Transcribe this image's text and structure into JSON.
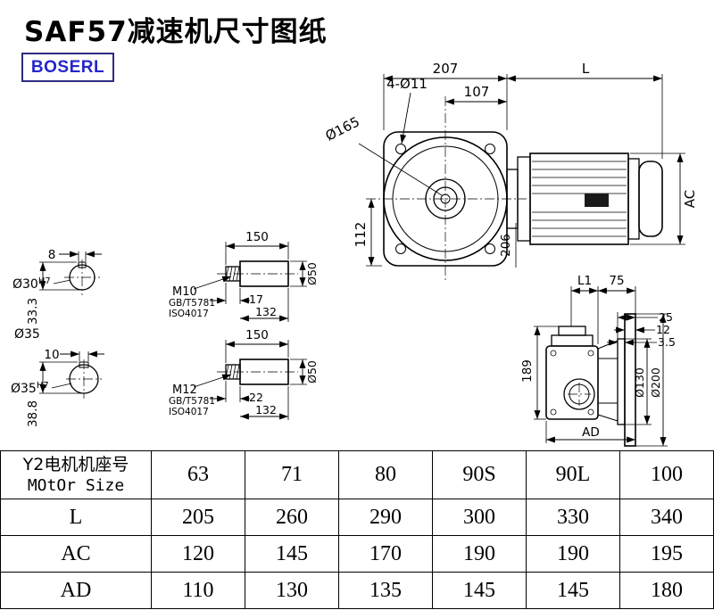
{
  "page": {
    "title": "SAF57减速机尺寸图纸",
    "brand": "BOSERL"
  },
  "front_view": {
    "dim_width": "207",
    "dim_motor_length": "L",
    "dim_107": "107",
    "holes_label": "4-Ø11",
    "flange_dia": "Ø165",
    "dim_112": "112",
    "dim_206": "206",
    "dim_ac": "AC"
  },
  "bore_30": {
    "keyway_width": "8",
    "dia": "Ø30",
    "tol": "H7",
    "keyway_depth": "33.3"
  },
  "bore_35": {
    "dia_top": "Ø35",
    "keyway_width": "10",
    "dia": "Ø35",
    "tol": "H7",
    "keyway_depth": "38.8"
  },
  "shaft_m10": {
    "length": "150",
    "thread": "M10",
    "std1": "GB/T5781",
    "std2": "ISO4017",
    "dim_a": "17",
    "dim_b": "132",
    "dia": "Ø50"
  },
  "shaft_m12": {
    "length": "150",
    "thread": "M12",
    "std1": "GB/T5781",
    "std2": "ISO4017",
    "dim_a": "22",
    "dim_b": "132",
    "dia": "Ø50"
  },
  "side_view": {
    "dim_l1": "L1",
    "dim_75": "75",
    "dim_25": "25",
    "dim_12": "12",
    "dim_35": "3.5",
    "dim_189": "189",
    "dia_130": "Ø130",
    "dia_200": "Ø200",
    "dim_ad": "AD"
  },
  "table": {
    "header": {
      "line1": "Y2电机机座号",
      "line2": "MOtOr Size",
      "values": [
        "63",
        "71",
        "80",
        "90S",
        "90L",
        "100"
      ]
    },
    "rows": [
      {
        "label": "L",
        "values": [
          "205",
          "260",
          "290",
          "300",
          "330",
          "340"
        ]
      },
      {
        "label": "AC",
        "values": [
          "120",
          "145",
          "170",
          "190",
          "190",
          "195"
        ]
      },
      {
        "label": "AD",
        "values": [
          "110",
          "130",
          "135",
          "145",
          "145",
          "180"
        ]
      }
    ]
  }
}
